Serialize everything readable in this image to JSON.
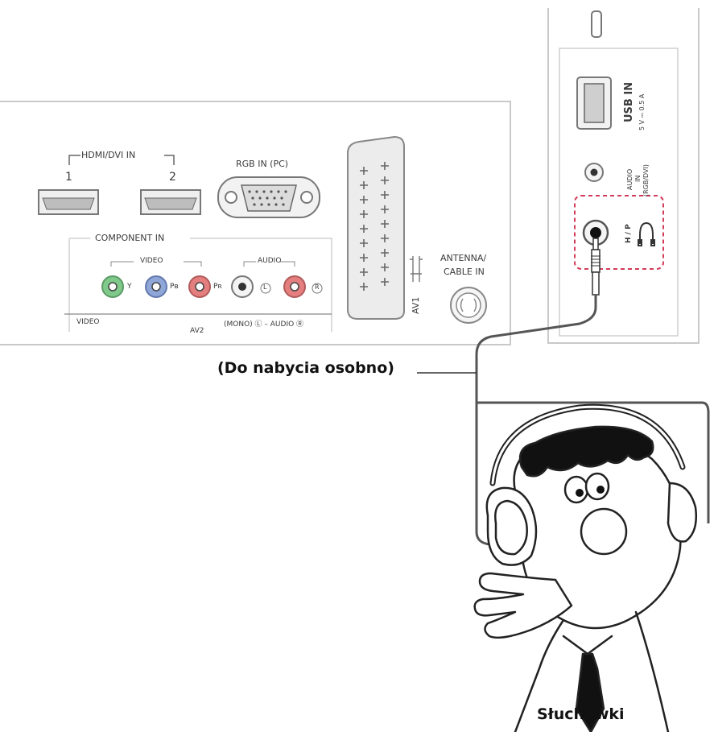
{
  "panel": {
    "hdmi_group": "HDMI/DVI IN",
    "hdmi_1": "1",
    "hdmi_2": "2",
    "rgb_in": "RGB IN (PC)",
    "component_in": "COMPONENT IN",
    "video": "VIDEO",
    "audio": "AUDIO",
    "y": "Y",
    "pb": "Pʙ",
    "pr": "Pʀ",
    "l": "L",
    "r": "R",
    "video_bottom": "VIDEO",
    "mono_audio": "(MONO) Ⓛ – AUDIO Ⓡ",
    "av2": "AV2",
    "av1": "AV1",
    "antenna": "ANTENNA/",
    "cable_in": "CABLE IN"
  },
  "side_panel": {
    "usb_in": "USB IN",
    "usb_spec": "5 V ⎓ 0.5 A",
    "audio_in_1": "AUDIO",
    "audio_in_2": "IN",
    "audio_in_3": "(RGB/DVI)",
    "hp": "H / P"
  },
  "callout": "(Do nabycia osobno)",
  "caption": "Słuchawki",
  "colors": {
    "y_port": "#7fc98a",
    "pb_port": "#8fa6d8",
    "pr_port": "#e57f7f",
    "highlight_box": "#d23c5a"
  }
}
